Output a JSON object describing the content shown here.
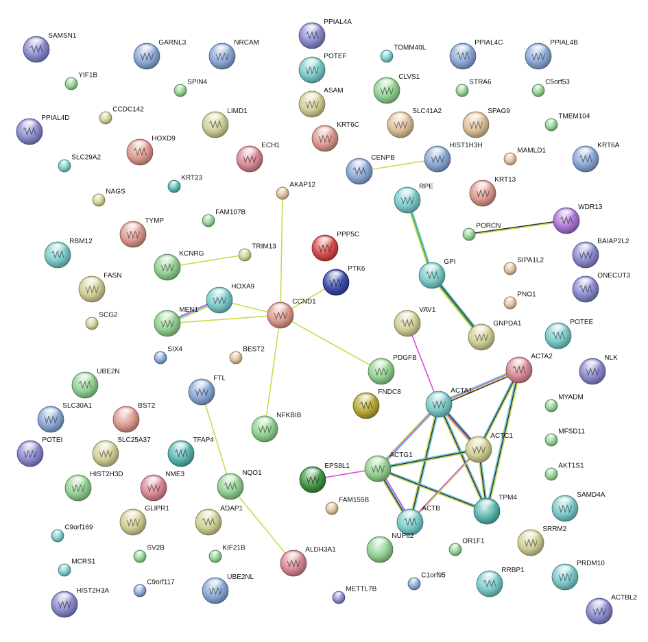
{
  "palette": {
    "violet": "#7e7ec8",
    "steelblue": "#7e9ed0",
    "teal": "#6dc4c4",
    "green": "#86cc86",
    "yellow": "#ccca8a",
    "tan": "#d8b88e",
    "salmon": "#d88e82",
    "rose": "#d47e8a",
    "red": "#d03838",
    "navy": "#2a3aa0",
    "darkgreen": "#2e8a32",
    "olive": "#b0a020",
    "purple": "#a068d0",
    "teal2": "#4ab0a8"
  },
  "edge_colors": {
    "text": "#c6dc4a",
    "coexp": "#333333",
    "db": "#5cc8e8",
    "exp": "#d84ad8",
    "neigh": "#3fa83f",
    "fusion": "#e8e040",
    "cooc": "#3a66d8"
  },
  "nodes": [
    {
      "id": "SAMSN1",
      "label": "SAMSN1",
      "color": "violet",
      "size": "large",
      "protein": true
    },
    {
      "id": "GARNL3",
      "label": "GARNL3",
      "color": "steelblue",
      "size": "large",
      "protein": true
    },
    {
      "id": "NRCAM",
      "label": "NRCAM",
      "color": "steelblue",
      "size": "large",
      "protein": true
    },
    {
      "id": "PPIAL4A",
      "label": "PPIAL4A",
      "color": "violet",
      "size": "large",
      "protein": true
    },
    {
      "id": "POTEF",
      "label": "POTEF",
      "color": "teal",
      "size": "large",
      "protein": true
    },
    {
      "id": "TOMM40L",
      "label": "TOMM40L",
      "color": "teal",
      "size": "small",
      "protein": false
    },
    {
      "id": "PPIAL4C",
      "label": "PPIAL4C",
      "color": "steelblue",
      "size": "large",
      "protein": true
    },
    {
      "id": "PPIAL4B",
      "label": "PPIAL4B",
      "color": "steelblue",
      "size": "large",
      "protein": true
    },
    {
      "id": "YIF1B",
      "label": "YIF1B",
      "color": "green",
      "size": "small",
      "protein": false
    },
    {
      "id": "SPIN4",
      "label": "SPIN4",
      "color": "green",
      "size": "small",
      "protein": false
    },
    {
      "id": "ASAM",
      "label": "ASAM",
      "color": "yellow",
      "size": "large",
      "protein": true
    },
    {
      "id": "CLVS1",
      "label": "CLVS1",
      "color": "green",
      "size": "large",
      "protein": true
    },
    {
      "id": "STRA6",
      "label": "STRA6",
      "color": "green",
      "size": "small",
      "protein": false
    },
    {
      "id": "C5orf53",
      "label": "C5orf53",
      "color": "green",
      "size": "small",
      "protein": false
    },
    {
      "id": "CCDC142",
      "label": "CCDC142",
      "color": "yellow",
      "size": "small",
      "protein": false
    },
    {
      "id": "LIMD1",
      "label": "LIMD1",
      "color": "yellow",
      "size": "large",
      "protein": true
    },
    {
      "id": "SLC41A2",
      "label": "SLC41A2",
      "color": "tan",
      "size": "large",
      "protein": true
    },
    {
      "id": "SPAG9",
      "label": "SPAG9",
      "color": "tan",
      "size": "large",
      "protein": true
    },
    {
      "id": "PPIAL4D",
      "label": "PPIAL4D",
      "color": "violet",
      "size": "large",
      "protein": true
    },
    {
      "id": "KRT6C",
      "label": "KRT6C",
      "color": "salmon",
      "size": "large",
      "protein": true
    },
    {
      "id": "TMEM104",
      "label": "TMEM104",
      "color": "green",
      "size": "small",
      "protein": false
    },
    {
      "id": "HOXD9",
      "label": "HOXD9",
      "color": "salmon",
      "size": "large",
      "protein": true
    },
    {
      "id": "ECH1",
      "label": "ECH1",
      "color": "rose",
      "size": "large",
      "protein": true
    },
    {
      "id": "SLC29A2",
      "label": "SLC29A2",
      "color": "teal",
      "size": "small",
      "protein": false
    },
    {
      "id": "CENPB",
      "label": "CENPB",
      "color": "steelblue",
      "size": "large",
      "protein": true
    },
    {
      "id": "HIST1H3H",
      "label": "HIST1H3H",
      "color": "steelblue",
      "size": "large",
      "protein": true
    },
    {
      "id": "MAMLD1",
      "label": "MAMLD1",
      "color": "tan",
      "size": "small",
      "protein": false
    },
    {
      "id": "KRT6A",
      "label": "KRT6A",
      "color": "steelblue",
      "size": "large",
      "protein": true
    },
    {
      "id": "KRT23",
      "label": "KRT23",
      "color": "teal2",
      "size": "small",
      "protein": false
    },
    {
      "id": "NAGS",
      "label": "NAGS",
      "color": "yellow",
      "size": "small",
      "protein": false
    },
    {
      "id": "AKAP12",
      "label": "AKAP12",
      "color": "tan",
      "size": "small",
      "protein": false
    },
    {
      "id": "RPE",
      "label": "RPE",
      "color": "teal",
      "size": "large",
      "protein": true
    },
    {
      "id": "KRT13",
      "label": "KRT13",
      "color": "salmon",
      "size": "large",
      "protein": true
    },
    {
      "id": "WDR13",
      "label": "WDR13",
      "color": "purple",
      "size": "large",
      "protein": true
    },
    {
      "id": "FAM107B",
      "label": "FAM107B",
      "color": "green",
      "size": "small",
      "protein": false
    },
    {
      "id": "TYMP",
      "label": "TYMP",
      "color": "salmon",
      "size": "large",
      "protein": true
    },
    {
      "id": "PORCN",
      "label": "PORCN",
      "color": "green",
      "size": "small",
      "protein": false
    },
    {
      "id": "BAIAP2L2",
      "label": "BAIAP2L2",
      "color": "violet",
      "size": "large",
      "protein": true
    },
    {
      "id": "PPP5C",
      "label": "PPP5C",
      "color": "red",
      "size": "large",
      "protein": true
    },
    {
      "id": "RBM12",
      "label": "RBM12",
      "color": "teal",
      "size": "large",
      "protein": true
    },
    {
      "id": "KCNRG",
      "label": "KCNRG",
      "color": "green",
      "size": "large",
      "protein": true
    },
    {
      "id": "TRIM13",
      "label": "TRIM13",
      "color": "yellow",
      "size": "small",
      "protein": false
    },
    {
      "id": "GPI",
      "label": "GPI",
      "color": "teal",
      "size": "large",
      "protein": true
    },
    {
      "id": "SIPA1L2",
      "label": "SIPA1L2",
      "color": "tan",
      "size": "small",
      "protein": false
    },
    {
      "id": "PTK6",
      "label": "PTK6",
      "color": "navy",
      "size": "large",
      "protein": true
    },
    {
      "id": "ONECUT3",
      "label": "ONECUT3",
      "color": "violet",
      "size": "large",
      "protein": true
    },
    {
      "id": "FASN",
      "label": "FASN",
      "color": "yellow",
      "size": "large",
      "protein": true
    },
    {
      "id": "HOXA9",
      "label": "HOXA9",
      "color": "teal",
      "size": "large",
      "protein": true
    },
    {
      "id": "PNO1",
      "label": "PNO1",
      "color": "tan",
      "size": "small",
      "protein": false
    },
    {
      "id": "CCND1",
      "label": "CCND1",
      "color": "salmon",
      "size": "large",
      "protein": true
    },
    {
      "id": "MEN1",
      "label": "MEN1",
      "color": "green",
      "size": "large",
      "protein": true
    },
    {
      "id": "VAV1",
      "label": "VAV1",
      "color": "yellow",
      "size": "large",
      "protein": true
    },
    {
      "id": "SCG2",
      "label": "SCG2",
      "color": "yellow",
      "size": "small",
      "protein": false
    },
    {
      "id": "GNPDA1",
      "label": "GNPDA1",
      "color": "yellow",
      "size": "large",
      "protein": true
    },
    {
      "id": "POTEE",
      "label": "POTEE",
      "color": "teal",
      "size": "large",
      "protein": true
    },
    {
      "id": "SIX4",
      "label": "SIX4",
      "color": "steelblue",
      "size": "small",
      "protein": false
    },
    {
      "id": "BEST2",
      "label": "BEST2",
      "color": "tan",
      "size": "small",
      "protein": false
    },
    {
      "id": "ACTA2",
      "label": "ACTA2",
      "color": "rose",
      "size": "large",
      "protein": true
    },
    {
      "id": "NLK",
      "label": "NLK",
      "color": "violet",
      "size": "large",
      "protein": true
    },
    {
      "id": "PDGFB",
      "label": "PDGFB",
      "color": "green",
      "size": "large",
      "protein": true
    },
    {
      "id": "UBE2N",
      "label": "UBE2N",
      "color": "green",
      "size": "large",
      "protein": true
    },
    {
      "id": "FTL",
      "label": "FTL",
      "color": "steelblue",
      "size": "large",
      "protein": true
    },
    {
      "id": "ACTA1",
      "label": "ACTA1",
      "color": "teal",
      "size": "large",
      "protein": true
    },
    {
      "id": "FNDC8",
      "label": "FNDC8",
      "color": "olive",
      "size": "large",
      "protein": true
    },
    {
      "id": "MYADM",
      "label": "MYADM",
      "color": "green",
      "size": "small",
      "protein": false
    },
    {
      "id": "SLC30A1",
      "label": "SLC30A1",
      "color": "steelblue",
      "size": "large",
      "protein": true
    },
    {
      "id": "BST2",
      "label": "BST2",
      "color": "salmon",
      "size": "large",
      "protein": false
    },
    {
      "id": "NFKBIB",
      "label": "NFKBIB",
      "color": "green",
      "size": "large",
      "protein": true
    },
    {
      "id": "ACTC1",
      "label": "ACTC1",
      "color": "yellow",
      "size": "large",
      "protein": true
    },
    {
      "id": "MFSD11",
      "label": "MFSD11",
      "color": "green",
      "size": "small",
      "protein": false
    },
    {
      "id": "POTEI",
      "label": "POTEI",
      "color": "violet",
      "size": "large",
      "protein": true
    },
    {
      "id": "SLC25A37",
      "label": "SLC25A37",
      "color": "yellow",
      "size": "large",
      "protein": true
    },
    {
      "id": "TFAP4",
      "label": "TFAP4",
      "color": "teal2",
      "size": "large",
      "protein": true
    },
    {
      "id": "ACTG1",
      "label": "ACTG1",
      "color": "green",
      "size": "large",
      "protein": true
    },
    {
      "id": "EPS8L1",
      "label": "EPS8L1",
      "color": "darkgreen",
      "size": "large",
      "protein": true
    },
    {
      "id": "AKT1S1",
      "label": "AKT1S1",
      "color": "green",
      "size": "small",
      "protein": false
    },
    {
      "id": "HIST2H3D",
      "label": "HIST2H3D",
      "color": "green",
      "size": "large",
      "protein": true
    },
    {
      "id": "NME3",
      "label": "NME3",
      "color": "rose",
      "size": "large",
      "protein": true
    },
    {
      "id": "NQO1",
      "label": "NQO1",
      "color": "green",
      "size": "large",
      "protein": true
    },
    {
      "id": "SAMD4A",
      "label": "SAMD4A",
      "color": "teal",
      "size": "large",
      "protein": true
    },
    {
      "id": "FAM155B",
      "label": "FAM155B",
      "color": "tan",
      "size": "small",
      "protein": false
    },
    {
      "id": "ACTB",
      "label": "ACTB",
      "color": "teal",
      "size": "large",
      "protein": true
    },
    {
      "id": "TPM4",
      "label": "TPM4",
      "color": "teal2",
      "size": "large",
      "protein": false
    },
    {
      "id": "GLIPR1",
      "label": "GLIPR1",
      "color": "yellow",
      "size": "large",
      "protein": true
    },
    {
      "id": "ADAP1",
      "label": "ADAP1",
      "color": "yellow",
      "size": "large",
      "protein": true
    },
    {
      "id": "SRRM2",
      "label": "SRRM2",
      "color": "yellow",
      "size": "large",
      "protein": true
    },
    {
      "id": "C9orf169",
      "label": "C9orf169",
      "color": "teal",
      "size": "small",
      "protein": false
    },
    {
      "id": "NUP62",
      "label": "NUP62",
      "color": "green",
      "size": "large",
      "protein": false
    },
    {
      "id": "OR1F1",
      "label": "OR1F1",
      "color": "green",
      "size": "small",
      "protein": false
    },
    {
      "id": "SV2B",
      "label": "SV2B",
      "color": "green",
      "size": "small",
      "protein": false
    },
    {
      "id": "KIF21B",
      "label": "KIF21B",
      "color": "green",
      "size": "small",
      "protein": false
    },
    {
      "id": "ALDH3A1",
      "label": "ALDH3A1",
      "color": "rose",
      "size": "large",
      "protein": true
    },
    {
      "id": "MCRS1",
      "label": "MCRS1",
      "color": "teal",
      "size": "small",
      "protein": false
    },
    {
      "id": "C9orf117",
      "label": "C9orf117",
      "color": "steelblue",
      "size": "small",
      "protein": false
    },
    {
      "id": "UBE2NL",
      "label": "UBE2NL",
      "color": "steelblue",
      "size": "large",
      "protein": true
    },
    {
      "id": "C1orf95",
      "label": "C1orf95",
      "color": "steelblue",
      "size": "small",
      "protein": false
    },
    {
      "id": "RRBP1",
      "label": "RRBP1",
      "color": "teal",
      "size": "large",
      "protein": true
    },
    {
      "id": "PRDM10",
      "label": "PRDM10",
      "color": "teal",
      "size": "large",
      "protein": true
    },
    {
      "id": "HIST2H3A",
      "label": "HIST2H3A",
      "color": "violet",
      "size": "large",
      "protein": true
    },
    {
      "id": "METTL7B",
      "label": "METTL7B",
      "color": "violet",
      "size": "small",
      "protein": false
    },
    {
      "id": "ACTBL2",
      "label": "ACTBL2",
      "color": "violet",
      "size": "large",
      "protein": true
    }
  ],
  "edges": [
    {
      "source": "CENPB",
      "target": "HIST1H3H",
      "types": [
        "text"
      ]
    },
    {
      "source": "PORCN",
      "target": "WDR13",
      "types": [
        "coexp",
        "text"
      ]
    },
    {
      "source": "RPE",
      "target": "GPI",
      "types": [
        "db",
        "neigh",
        "text"
      ]
    },
    {
      "source": "GPI",
      "target": "GNPDA1",
      "types": [
        "db",
        "coexp",
        "neigh",
        "text"
      ]
    },
    {
      "source": "AKAP12",
      "target": "CCND1",
      "types": [
        "text"
      ]
    },
    {
      "source": "KCNRG",
      "target": "TRIM13",
      "types": [
        "text"
      ]
    },
    {
      "source": "CCND1",
      "target": "PTK6",
      "types": [
        "text"
      ]
    },
    {
      "source": "HOXA9",
      "target": "CCND1",
      "types": [
        "text"
      ]
    },
    {
      "source": "MEN1",
      "target": "HOXA9",
      "types": [
        "exp",
        "db",
        "text"
      ]
    },
    {
      "source": "MEN1",
      "target": "CCND1",
      "types": [
        "text"
      ]
    },
    {
      "source": "CCND1",
      "target": "PDGFB",
      "types": [
        "text"
      ]
    },
    {
      "source": "CCND1",
      "target": "NFKBIB",
      "types": [
        "text"
      ]
    },
    {
      "source": "VAV1",
      "target": "ACTA1",
      "types": [
        "exp"
      ]
    },
    {
      "source": "ACTA1",
      "target": "ACTA2",
      "types": [
        "db",
        "exp",
        "text",
        "coexp"
      ]
    },
    {
      "source": "ACTC1",
      "target": "ACTA2",
      "types": [
        "db",
        "coexp",
        "text"
      ]
    },
    {
      "source": "TPM4",
      "target": "ACTA2",
      "types": [
        "db",
        "coexp",
        "text"
      ]
    },
    {
      "source": "ACTA1",
      "target": "ACTC1",
      "types": [
        "db",
        "coexp",
        "exp",
        "text"
      ]
    },
    {
      "source": "ACTA1",
      "target": "TPM4",
      "types": [
        "db",
        "coexp",
        "text"
      ]
    },
    {
      "source": "ACTC1",
      "target": "TPM4",
      "types": [
        "db",
        "coexp",
        "text"
      ]
    },
    {
      "source": "ACTA1",
      "target": "ACTG1",
      "types": [
        "db",
        "exp",
        "text"
      ]
    },
    {
      "source": "ACTA1",
      "target": "ACTB",
      "types": [
        "db",
        "coexp",
        "text"
      ]
    },
    {
      "source": "ACTG1",
      "target": "ACTC1",
      "types": [
        "db",
        "coexp",
        "text"
      ]
    },
    {
      "source": "ACTG1",
      "target": "TPM4",
      "types": [
        "db",
        "coexp",
        "text"
      ]
    },
    {
      "source": "ACTG1",
      "target": "ACTB",
      "types": [
        "exp",
        "db",
        "coexp",
        "text"
      ]
    },
    {
      "source": "ACTB",
      "target": "ACTC1",
      "types": [
        "exp",
        "text"
      ]
    },
    {
      "source": "EPS8L1",
      "target": "ACTG1",
      "types": [
        "exp"
      ]
    },
    {
      "source": "FTL",
      "target": "NQO1",
      "types": [
        "text"
      ]
    },
    {
      "source": "NQO1",
      "target": "ALDH3A1",
      "types": [
        "text"
      ]
    }
  ]
}
